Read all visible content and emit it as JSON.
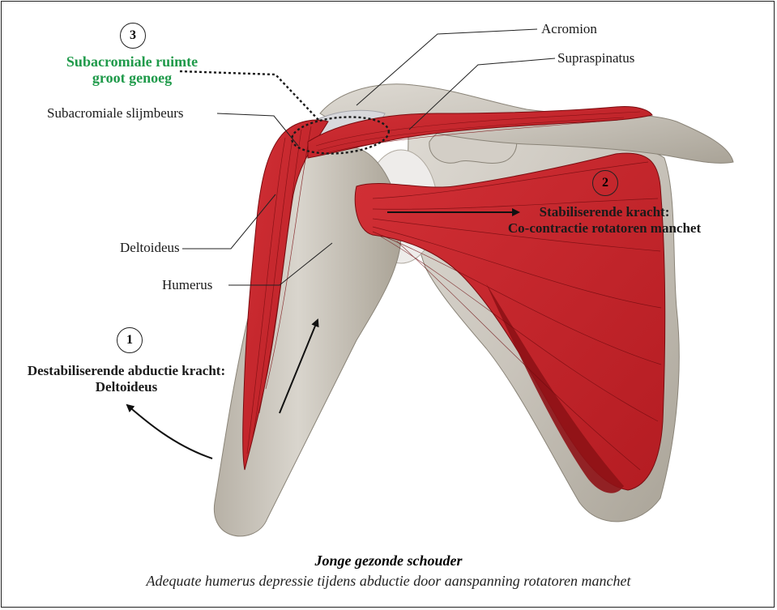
{
  "labels": {
    "acromion": "Acromion",
    "supraspinatus": "Supraspinatus",
    "bursa": "Subacromiale slijmbeurs",
    "deltoideus": "Deltoideus",
    "humerus": "Humerus"
  },
  "markers": {
    "one": "1",
    "two": "2",
    "three": "3"
  },
  "space_note": {
    "line1": "Subacromiale ruimte",
    "line2": "groot genoeg"
  },
  "stabilizing": {
    "line1": "Stabiliserende kracht:",
    "line2": "Co-contractie rotatoren manchet"
  },
  "destabilizing": {
    "line1": "Destabiliserende abductie kracht:",
    "line2": "Deltoideus"
  },
  "caption": {
    "title": "Jonge gezonde schouder",
    "subtitle": "Adequate humerus depressie tijdens abductie door aanspanning rotatoren manchet"
  },
  "colors": {
    "muscle": "#c0242a",
    "muscle_dark": "#7a0c10",
    "bone": "#cfcbc3",
    "bone_shadow": "#9c968c",
    "accent_green": "#1f9a4a"
  }
}
